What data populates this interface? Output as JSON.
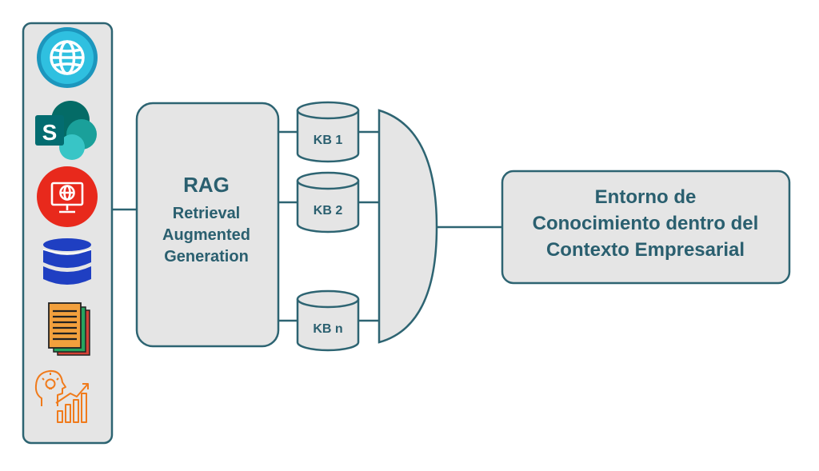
{
  "rag": {
    "title": "RAG",
    "line1": "Retrieval",
    "line2": "Augmented",
    "line3": "Generation"
  },
  "kbs": [
    "KB 1",
    "KB 2",
    "KB n"
  ],
  "output": {
    "line1": "Entorno de",
    "line2": "Conocimiento dentro del",
    "line3": "Contexto Empresarial"
  },
  "sources": [
    "globe-icon",
    "sharepoint-icon",
    "web-monitor-icon",
    "database-icon",
    "documents-icon",
    "insight-growth-icon"
  ],
  "colors": {
    "stroke": "#2d6472",
    "fill": "#e5e5e5",
    "text": "#2a5f6f",
    "globe": "#27b5d8",
    "sharepoint": "#1f8a7e",
    "web": "#e8291c",
    "database": "#1f3fc2",
    "documents": "#f2a03d",
    "insight": "#f07b1c"
  }
}
